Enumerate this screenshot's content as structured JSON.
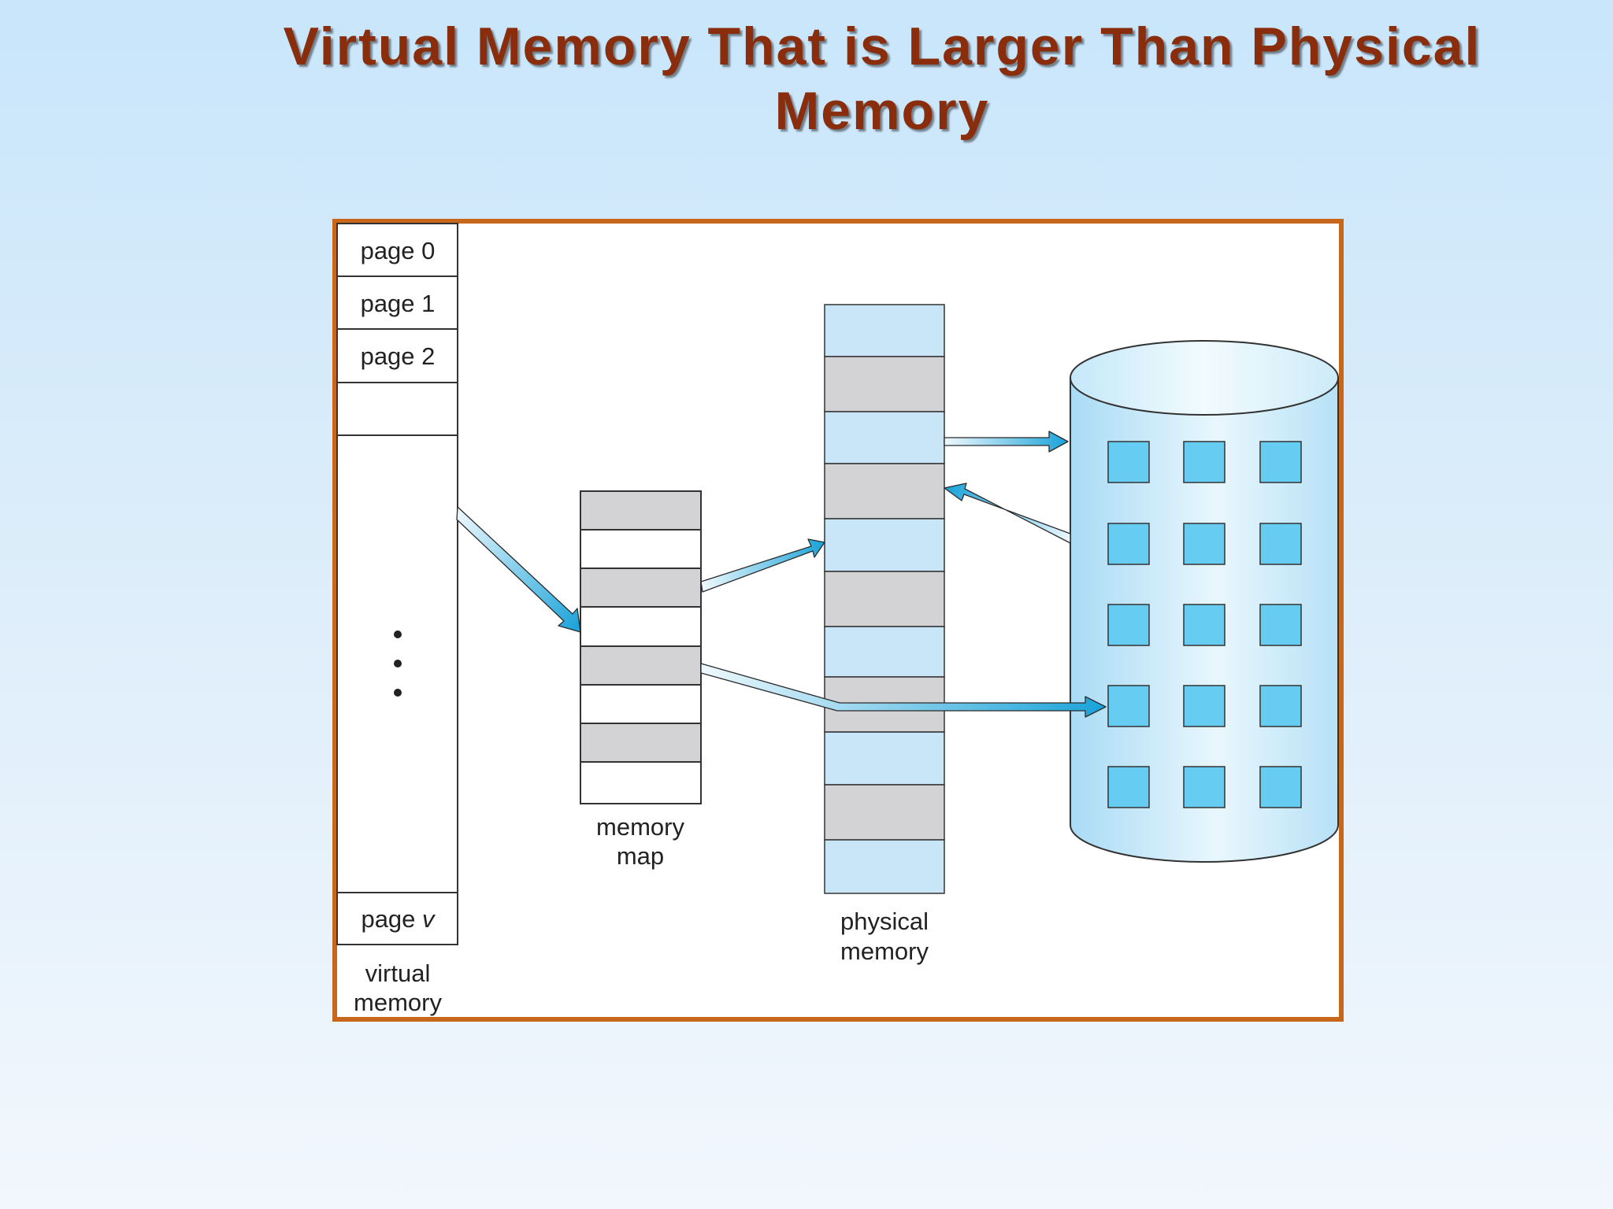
{
  "title_line1": "Virtual Memory That is Larger Than Physical",
  "title_line2": "Memory",
  "virtual_memory": {
    "pages": [
      "page 0",
      "page 1",
      "page 2"
    ],
    "last_page_prefix": "page ",
    "last_page_var": "v",
    "label_line1": "virtual",
    "label_line2": "memory"
  },
  "memory_map": {
    "label_line1": "memory",
    "label_line2": "map"
  },
  "physical_memory": {
    "label_line1": "physical",
    "label_line2": "memory"
  },
  "colors": {
    "frame": "#c8661a",
    "title": "#8a2d0c",
    "page_frame_free": "#c8e6f7",
    "page_frame_used": "#d3d3d6",
    "disk_block": "#66ccf2",
    "arrow": "#1aa3d9"
  }
}
